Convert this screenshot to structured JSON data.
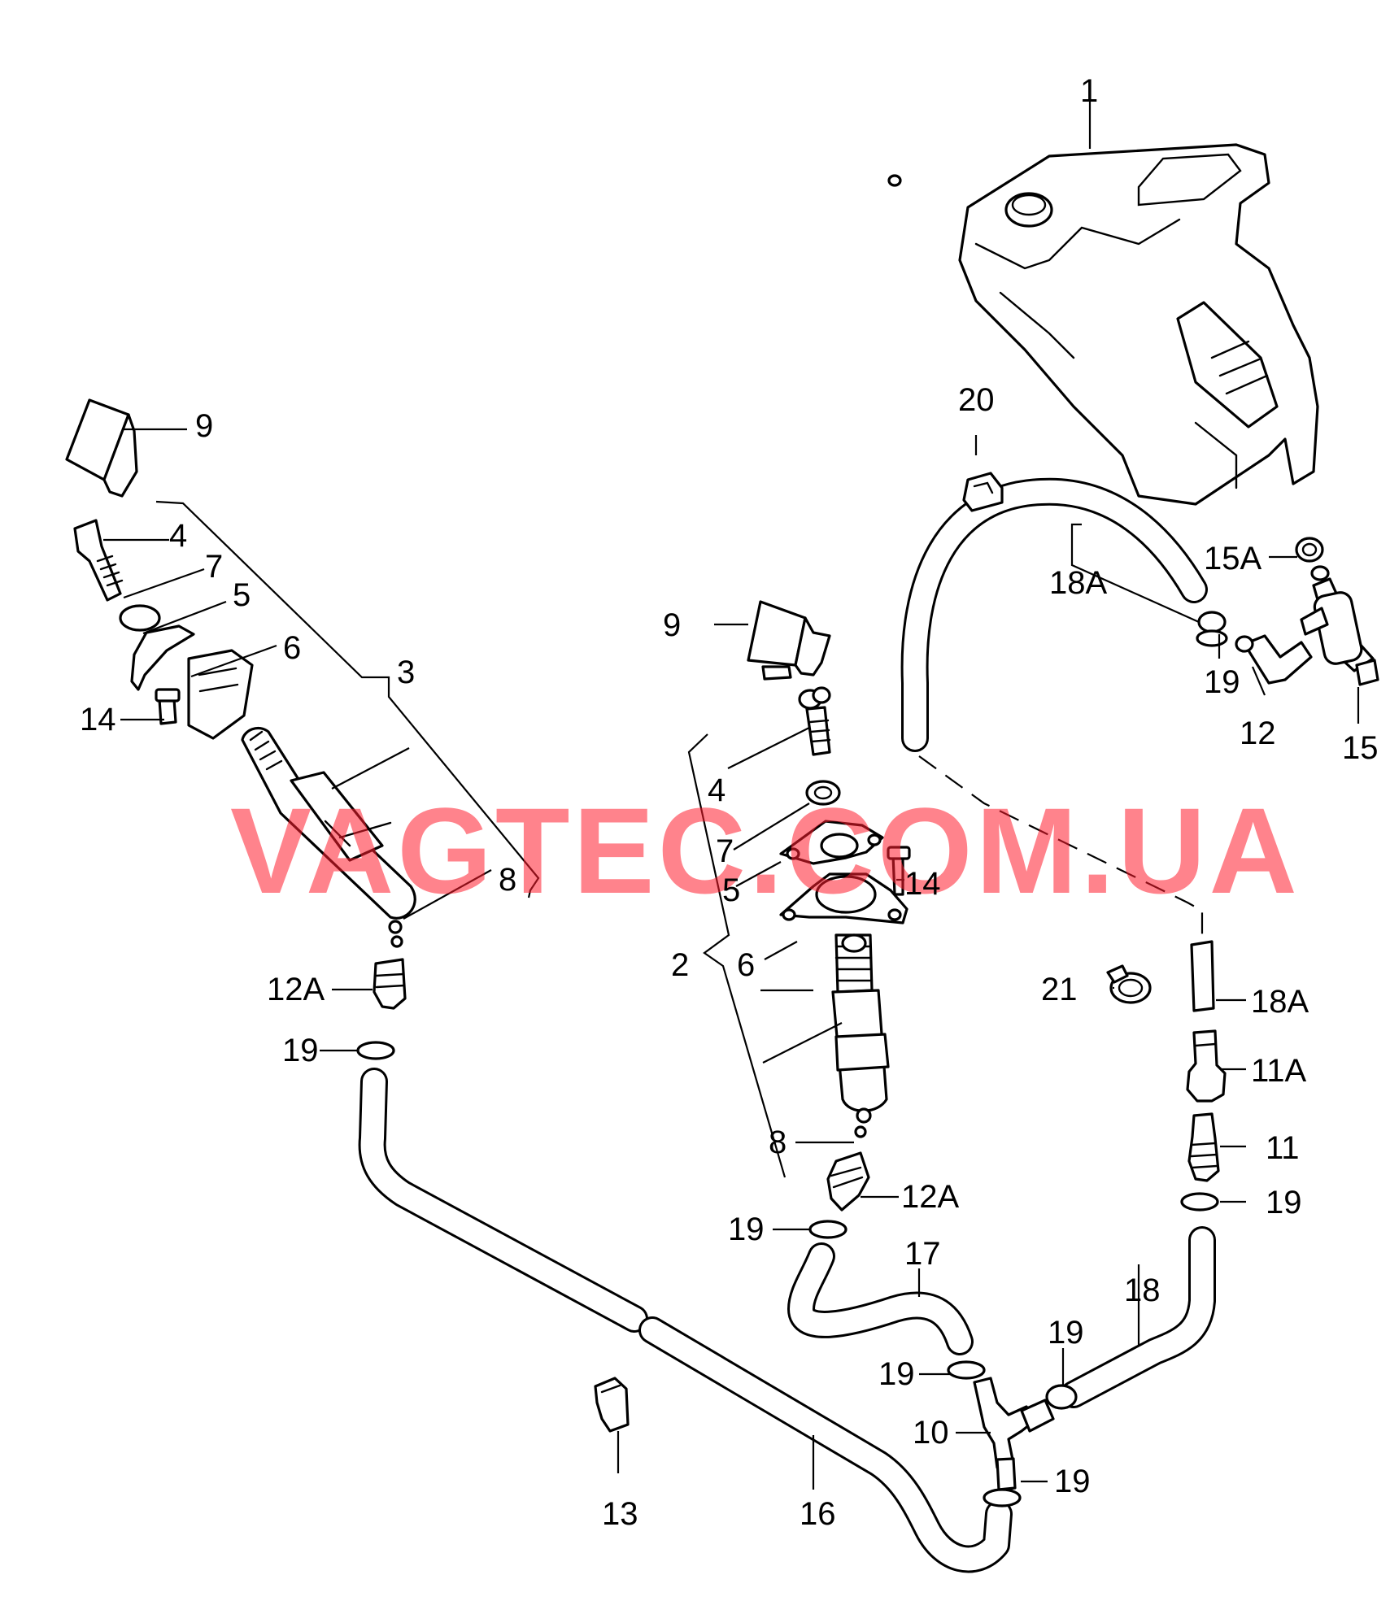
{
  "watermark": "VAGTEC.COM.UA",
  "labels": {
    "l1": "1",
    "l2": "2",
    "l3": "3",
    "l4a": "4",
    "l4b": "4",
    "l5a": "5",
    "l5b": "5",
    "l6a": "6",
    "l6b": "6",
    "l7a": "7",
    "l7b": "7",
    "l8a": "8",
    "l8b": "8",
    "l9a": "9",
    "l9b": "9",
    "l10": "10",
    "l11": "11",
    "l11a": "11A",
    "l12": "12",
    "l12a_left": "12A",
    "l12a_center": "12A",
    "l13": "13",
    "l14a": "14",
    "l14b": "14",
    "l15": "15",
    "l15a": "15A",
    "l16": "16",
    "l17": "17",
    "l18": "18",
    "l18a_top": "18A",
    "l18a_right": "18A",
    "l19a": "19",
    "l19b": "19",
    "l19c": "19",
    "l19d": "19",
    "l19e": "19",
    "l19f": "19",
    "l19g": "19",
    "l20": "20",
    "l21": "21"
  }
}
